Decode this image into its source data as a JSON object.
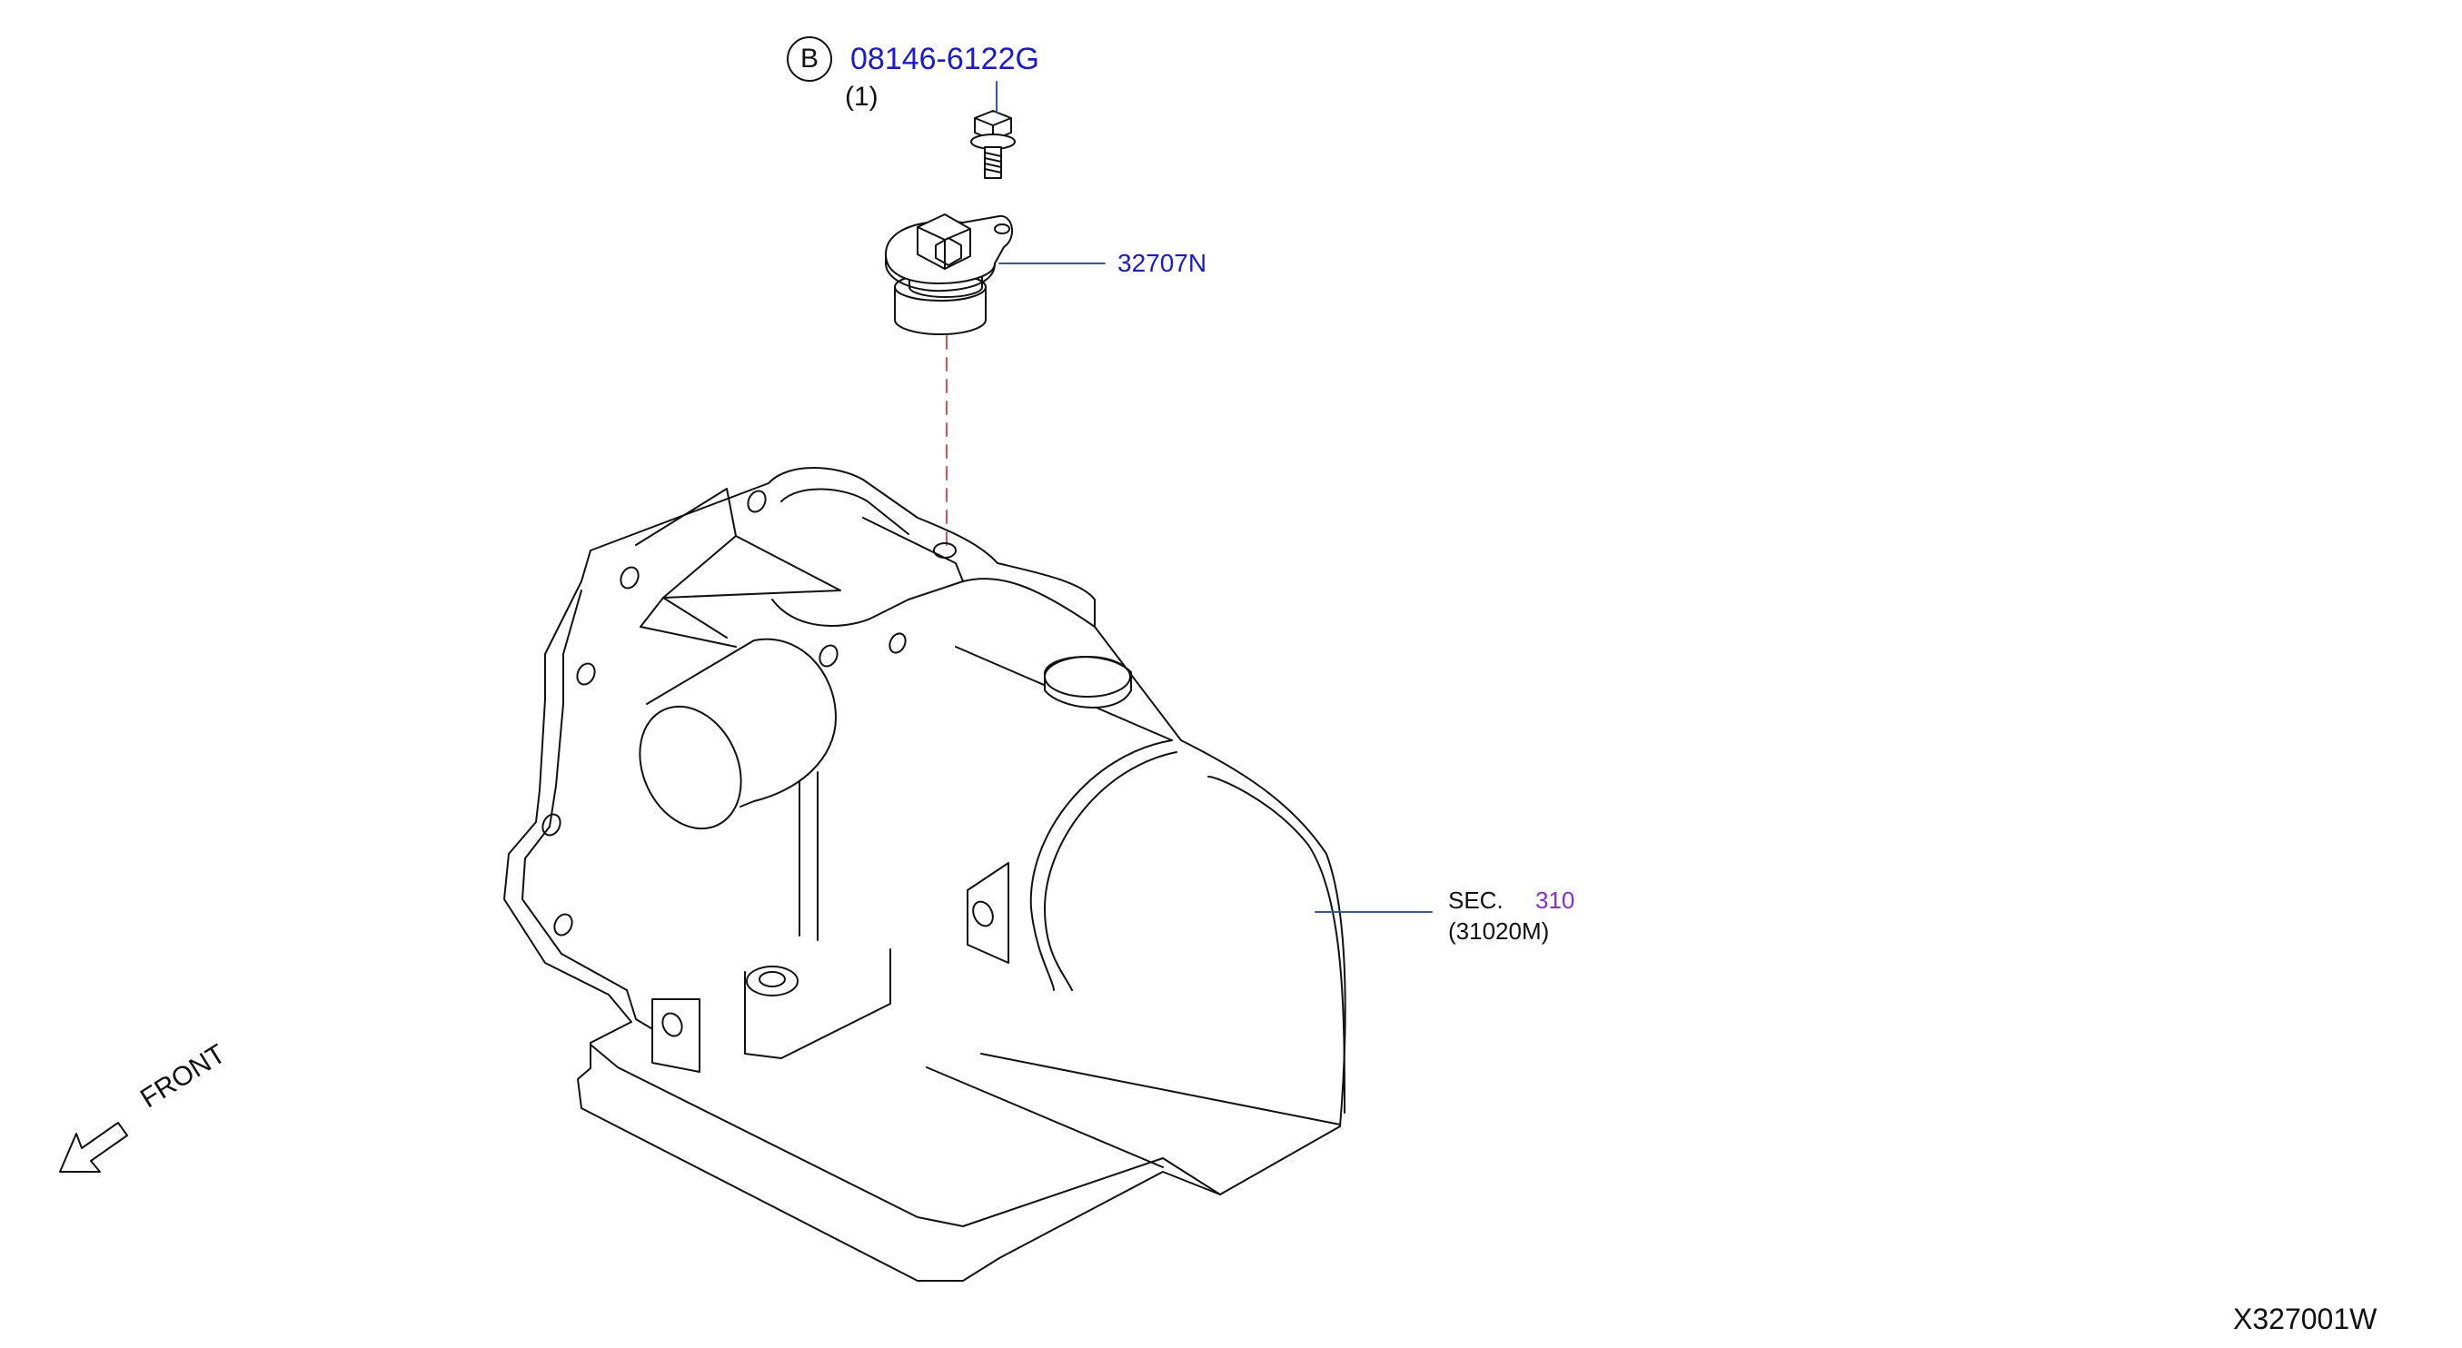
{
  "parts": {
    "bolt": {
      "number": "08146-6122G",
      "qty": "(1)",
      "callout": "B"
    },
    "sensor": {
      "number": "32707N"
    },
    "transmission": {
      "sec_label": "SEC.",
      "sec_number": "310",
      "part_number": "(31020M)"
    }
  },
  "direction": {
    "label": "FRONT"
  },
  "drawing_id": "X327001W",
  "colors": {
    "part_number": "#1a1ad6",
    "section_ref": "#8a2be2",
    "line": "#111111",
    "leader": "#2a5db0",
    "center_line": "#e05050"
  }
}
